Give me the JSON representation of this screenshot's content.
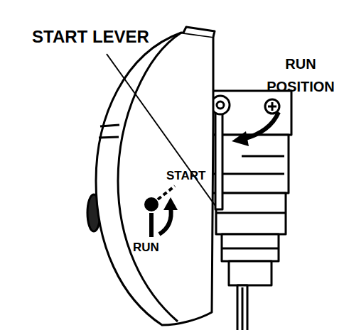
{
  "diagram": {
    "labels": [
      "START LEVER",
      "RUN POSITION",
      "START",
      "RUN"
    ]
  }
}
